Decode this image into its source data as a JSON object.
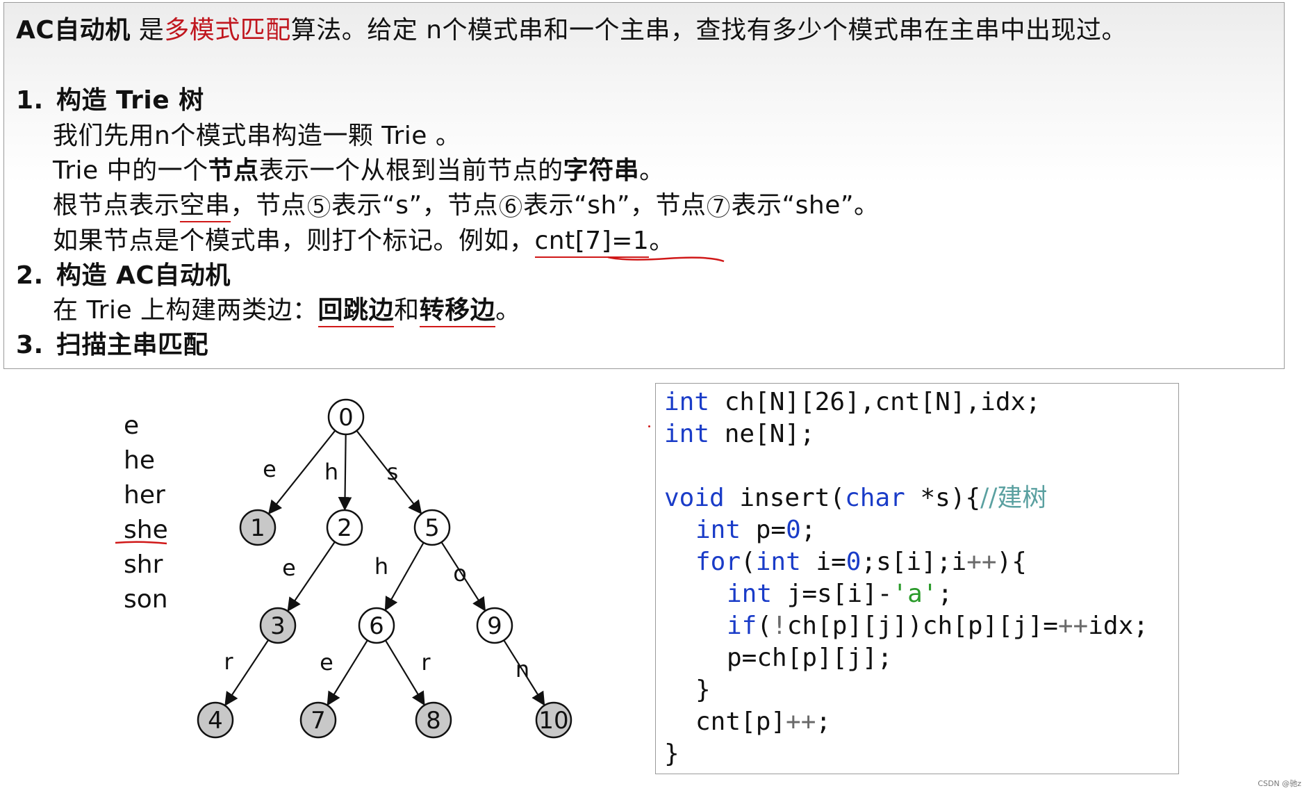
{
  "intro": {
    "lead_bold": "AC自动机",
    "lead_plain": " 是",
    "lead_red": "多模式匹配",
    "lead_rest": "算法。给定 n个模式串和一个主串，查找有多少个模式串在主串中出现过。"
  },
  "step1": {
    "num": "1.",
    "title": "构造 Trie 树",
    "line1": "我们先用n个模式串构造一颗 Trie 。",
    "line2_a": "Trie 中的一个",
    "line2_b": "节点",
    "line2_c": "表示一个从根到当前节点的",
    "line2_d": "字符串",
    "line2_e": "。",
    "line3_a": "根节点表示",
    "line3_b": "空串",
    "line3_c": "，节点",
    "line3_n1": "5",
    "line3_d": "表示“s”，节点",
    "line3_n2": "6",
    "line3_e": "表示“sh”，节点",
    "line3_n3": "7",
    "line3_f": "表示“she”。",
    "line4_a": "如果节点是个模式串，则打个标记。例如，",
    "line4_b": "cnt[7]=1",
    "line4_c": "。"
  },
  "step2": {
    "num": "2.",
    "title": "构造 AC自动机",
    "line1_a": "在 Trie 上构建两类边：",
    "line1_b": "回跳边",
    "line1_c": "和",
    "line1_d": "转移边",
    "line1_e": "。"
  },
  "step3": {
    "num": "3.",
    "title": "扫描主串匹配"
  },
  "patterns": [
    "e",
    "he",
    "her",
    "she",
    "shr",
    "son"
  ],
  "trie": {
    "nodes": [
      {
        "id": "0",
        "terminal": false
      },
      {
        "id": "1",
        "terminal": true
      },
      {
        "id": "2",
        "terminal": false
      },
      {
        "id": "5",
        "terminal": false
      },
      {
        "id": "3",
        "terminal": true
      },
      {
        "id": "6",
        "terminal": false
      },
      {
        "id": "9",
        "terminal": false
      },
      {
        "id": "4",
        "terminal": true
      },
      {
        "id": "7",
        "terminal": true
      },
      {
        "id": "8",
        "terminal": true
      },
      {
        "id": "10",
        "terminal": true
      }
    ],
    "edges": [
      {
        "from": "0",
        "to": "1",
        "label": "e"
      },
      {
        "from": "0",
        "to": "2",
        "label": "h"
      },
      {
        "from": "0",
        "to": "5",
        "label": "s"
      },
      {
        "from": "2",
        "to": "3",
        "label": "e"
      },
      {
        "from": "5",
        "to": "6",
        "label": "h"
      },
      {
        "from": "5",
        "to": "9",
        "label": "o"
      },
      {
        "from": "3",
        "to": "4",
        "label": "r"
      },
      {
        "from": "6",
        "to": "7",
        "label": "e"
      },
      {
        "from": "6",
        "to": "8",
        "label": "r"
      },
      {
        "from": "9",
        "to": "10",
        "label": "n"
      }
    ]
  },
  "code": {
    "l1_kw": "int",
    "l1_rest": " ch[N][26],cnt[N],idx;",
    "l2_kw": "int",
    "l2_rest": " ne[N];",
    "l3_kw": "void",
    "l3_a": " insert(",
    "l3_kw2": "char",
    "l3_b": " *s){",
    "l3_cm": "//建树",
    "l4_kw": "int",
    "l4_a": " p=",
    "l4_num": "0",
    "l4_b": ";",
    "l5_kw": "for",
    "l5_a": "(",
    "l5_kw2": "int",
    "l5_b": " i=",
    "l5_num": "0",
    "l5_c": ";s[i];i",
    "l5_op": "++",
    "l5_d": "){",
    "l6_kw": "int",
    "l6_a": " j=s[i]-",
    "l6_str": "'a'",
    "l6_b": ";",
    "l7_kw": "if",
    "l7_a": "(",
    "l7_op": "!",
    "l7_b": "ch[p][j])ch[p][j]=",
    "l7_op2": "++",
    "l7_c": "idx;",
    "l8": "p=ch[p][j];",
    "l9": "}",
    "l10_a": "cnt[p]",
    "l10_op": "++",
    "l10_b": ";",
    "l11": "}"
  },
  "watermark": "CSDN @驰z",
  "colors": {
    "accent_red": "#c0161e",
    "keyword_blue": "#1a3cc8",
    "comment_teal": "#5aa0a0",
    "string_green": "#2a9a2a",
    "terminal_node_fill": "#c8c8c8"
  }
}
